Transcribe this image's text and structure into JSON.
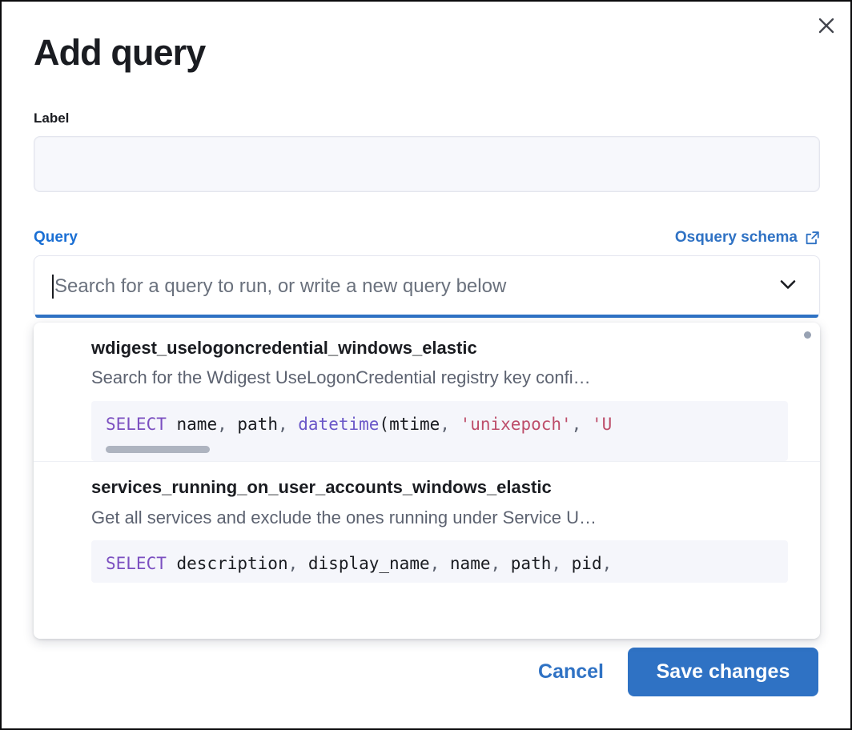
{
  "modal": {
    "title": "Add query",
    "close_icon": "close-icon"
  },
  "form": {
    "label_field": {
      "label": "Label",
      "value": "",
      "placeholder": ""
    },
    "query_field": {
      "label": "Query",
      "schema_link": "Osquery schema",
      "schema_link_icon": "external-link-icon",
      "placeholder": "Search for a query to run, or write a new query below",
      "value": "",
      "chevron_icon": "chevron-down-icon"
    }
  },
  "dropdown": {
    "options": [
      {
        "title": "wdigest_uselogoncredential_windows_elastic",
        "description": "Search for the Wdigest UseLogonCredential registry key confi…",
        "code_tokens": [
          {
            "t": "SELECT",
            "c": "kw"
          },
          {
            "t": " ",
            "c": "id"
          },
          {
            "t": "name",
            "c": "id"
          },
          {
            "t": ", ",
            "c": "punc"
          },
          {
            "t": "path",
            "c": "id"
          },
          {
            "t": ", ",
            "c": "punc"
          },
          {
            "t": "datetime",
            "c": "fn"
          },
          {
            "t": "(",
            "c": "id"
          },
          {
            "t": "mtime",
            "c": "id"
          },
          {
            "t": ", ",
            "c": "punc"
          },
          {
            "t": "'unixepoch'",
            "c": "str"
          },
          {
            "t": ", ",
            "c": "punc"
          },
          {
            "t": "'U",
            "c": "str"
          }
        ],
        "has_scrollbar": true
      },
      {
        "title": "services_running_on_user_accounts_windows_elastic",
        "description": "Get all services and exclude the ones running under Service U…",
        "code_tokens": [
          {
            "t": "SELECT",
            "c": "kw"
          },
          {
            "t": " ",
            "c": "id"
          },
          {
            "t": "description",
            "c": "id"
          },
          {
            "t": ", ",
            "c": "punc"
          },
          {
            "t": "display_name",
            "c": "id"
          },
          {
            "t": ", ",
            "c": "punc"
          },
          {
            "t": "name",
            "c": "id"
          },
          {
            "t": ", ",
            "c": "punc"
          },
          {
            "t": "path",
            "c": "id"
          },
          {
            "t": ", ",
            "c": "punc"
          },
          {
            "t": "pid",
            "c": "id"
          },
          {
            "t": ",",
            "c": "punc"
          }
        ],
        "has_scrollbar": false
      }
    ]
  },
  "footer": {
    "cancel_label": "Cancel",
    "save_label": "Save changes"
  },
  "colors": {
    "accent": "#2f72c4",
    "link": "#1a6fd4",
    "text": "#1a1c21",
    "muted": "#5c6270",
    "code_bg": "#f5f6fb",
    "input_bg": "#f7f8fc"
  }
}
